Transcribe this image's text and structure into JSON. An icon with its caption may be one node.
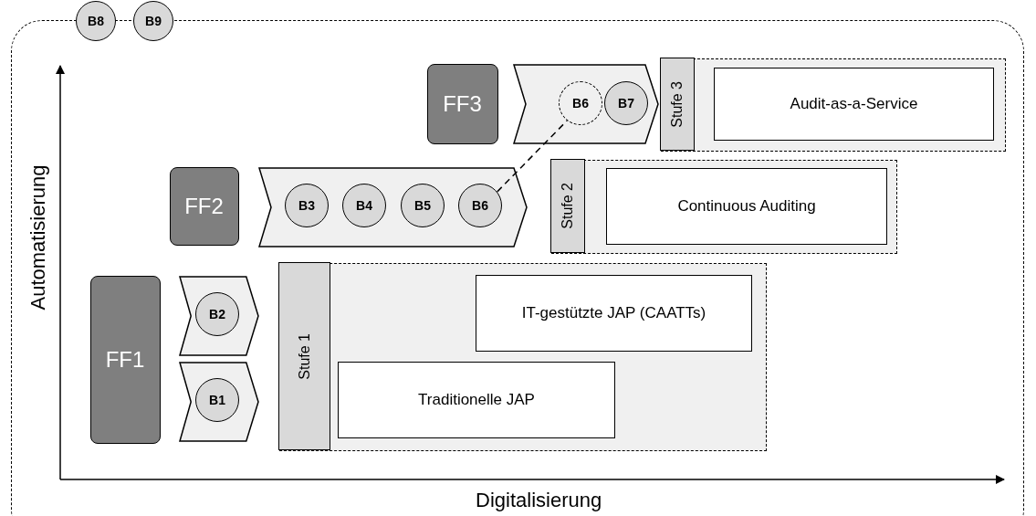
{
  "diagram": {
    "nodes": [
      {
        "text": [],
        "shape": "box"
      },
      {
        "text": [
          "B8"
        ]
      },
      {
        "text": [
          "B9"
        ]
      },
      {
        "text": [
          "FF3"
        ],
        "in": 0
      },
      {
        "text": [],
        "shape": "chevron",
        "in": 0
      },
      {
        "text": [
          "B6"
        ],
        "in": 4
      },
      {
        "text": [
          "B7"
        ],
        "in": 4
      },
      {
        "text": [],
        "shape": "box",
        "in": 0
      },
      {
        "text": [
          "Stufe 3"
        ],
        "in": 7
      },
      {
        "text": [
          "Audit-as-a-Service"
        ],
        "in": 7
      },
      {
        "text": [
          "FF2"
        ],
        "in": 0
      },
      {
        "text": [],
        "shape": "chevron",
        "in": 0
      },
      {
        "text": [
          "B3"
        ],
        "in": 11
      },
      {
        "text": [
          "B4"
        ],
        "in": 11
      },
      {
        "text": [
          "B5"
        ],
        "in": 11
      },
      {
        "text": [
          "B6"
        ],
        "in": 11
      },
      {
        "text": [],
        "shape": "box",
        "in": 0
      },
      {
        "text": [
          "Stufe 2"
        ],
        "in": 16
      },
      {
        "text": [
          "Continuous Auditing"
        ],
        "in": 16
      },
      {
        "text": [
          "FF1"
        ],
        "in": 0
      },
      {
        "text": [],
        "shape": "chevron",
        "in": 0
      },
      {
        "text": [
          "B2"
        ],
        "in": 20
      },
      {
        "text": [],
        "shape": "chevron",
        "in": 0
      },
      {
        "text": [
          "B1"
        ],
        "in": 22
      },
      {
        "text": [],
        "shape": "box",
        "in": 0
      },
      {
        "text": [
          "Stufe 1"
        ],
        "in": 24
      },
      {
        "text": [
          "IT-gestützte JAP (CAATTs)"
        ],
        "in": 24
      },
      {
        "text": [
          "Traditionelle JAP"
        ],
        "in": 24
      }
    ],
    "edges": [
      {
        "from": 15,
        "to": 5,
        "arrow": "none",
        "style": "dashed"
      }
    ],
    "labels": [
      "Automatisierung",
      "Digitalisierung"
    ]
  }
}
